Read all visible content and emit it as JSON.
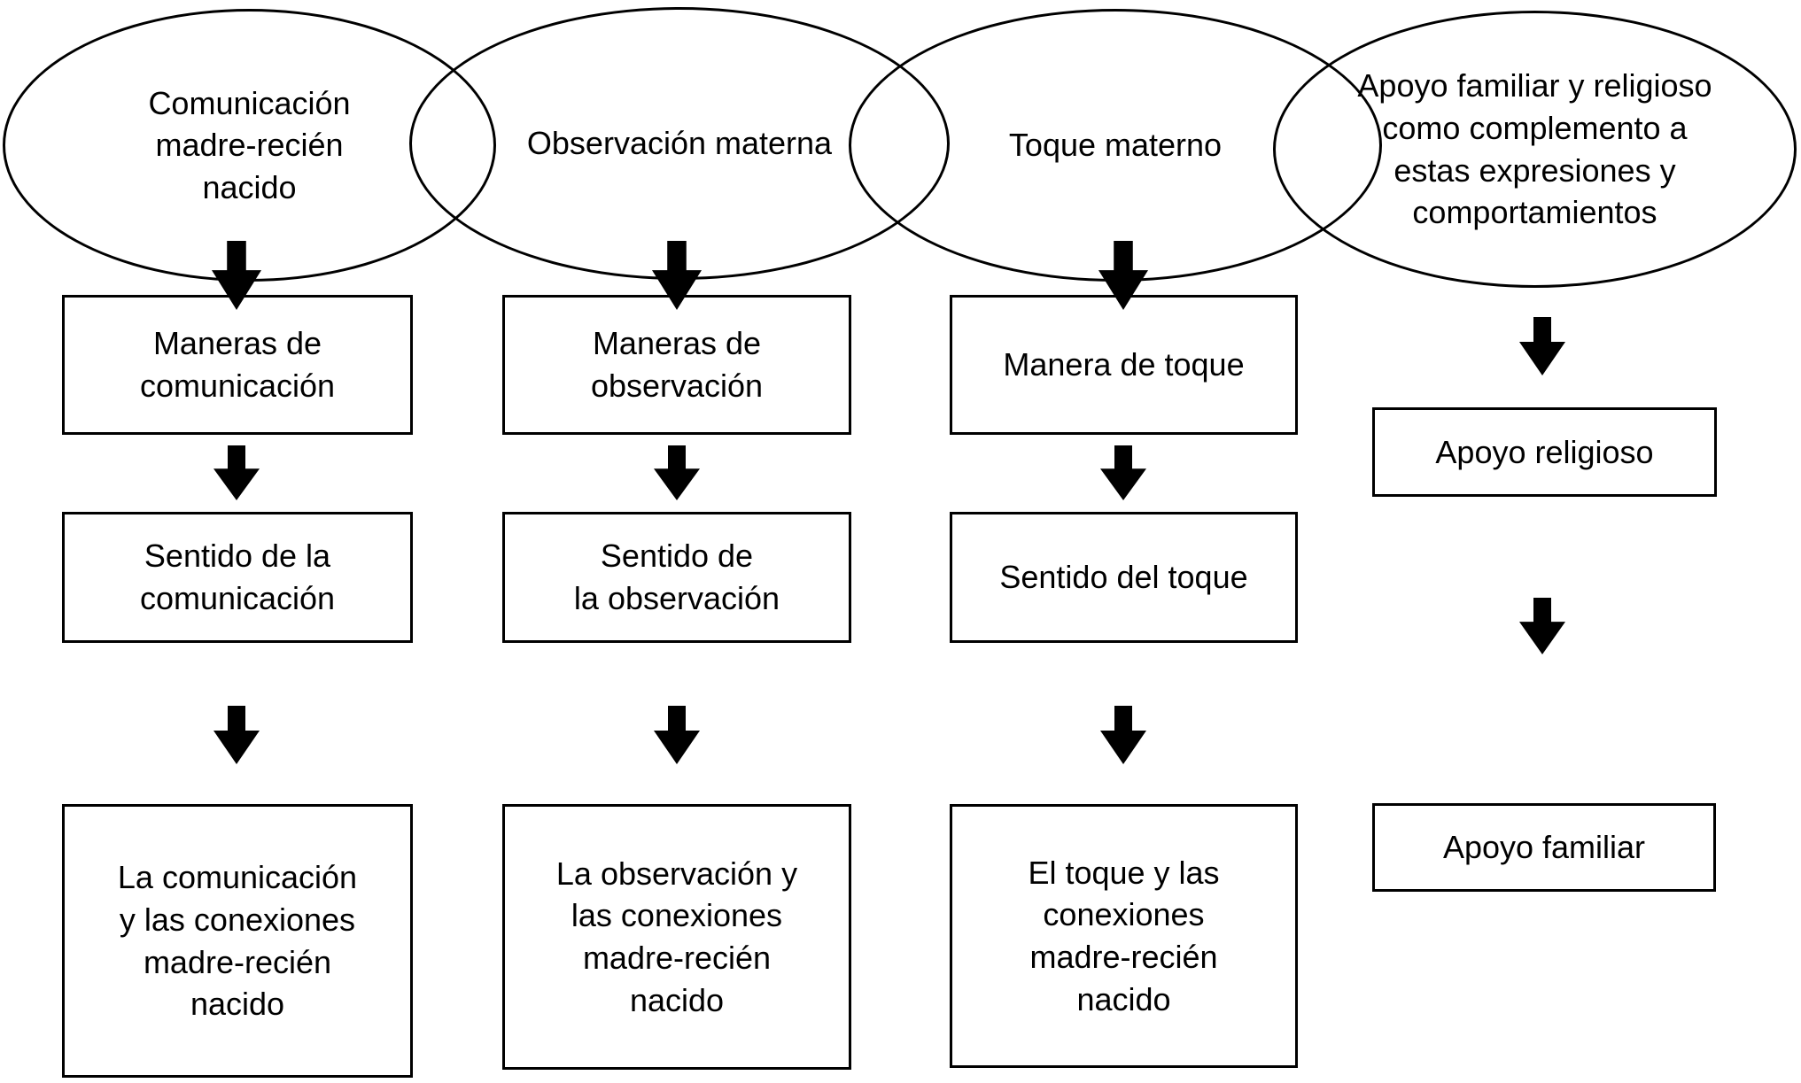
{
  "diagram": {
    "colors": {
      "stroke": "#000000",
      "fill": "#ffffff",
      "text": "#000000"
    },
    "columns": [
      {
        "id": "comunicacion",
        "topic": {
          "shape": "ellipse",
          "label": "Comunicación\nmadre-recién\nnacido"
        },
        "steps": [
          {
            "label": "Maneras de\ncomunicación"
          },
          {
            "label": "Sentido de la\ncomunicación"
          },
          {
            "label": "La comunicación\ny las conexiones\nmadre-recién\nnacido"
          }
        ]
      },
      {
        "id": "observacion",
        "topic": {
          "shape": "ellipse",
          "label": "Observación materna"
        },
        "steps": [
          {
            "label": "Maneras de\nobservación"
          },
          {
            "label": "Sentido de\nla observación"
          },
          {
            "label": "La observación y\nlas conexiones\nmadre-recién\nnacido"
          }
        ]
      },
      {
        "id": "toque",
        "topic": {
          "shape": "ellipse",
          "label": "Toque materno"
        },
        "steps": [
          {
            "label": "Manera de toque"
          },
          {
            "label": "Sentido del toque"
          },
          {
            "label": "El toque y las\nconexiones\nmadre-recién\nnacido"
          }
        ]
      },
      {
        "id": "apoyo",
        "topic": {
          "shape": "ellipse",
          "label": "Apoyo familiar y religioso\ncomo complemento a\nestas expresiones y\ncomportamientos"
        },
        "steps": [
          {
            "label": "Apoyo religioso"
          },
          {
            "label": "Apoyo familiar"
          }
        ]
      }
    ]
  }
}
